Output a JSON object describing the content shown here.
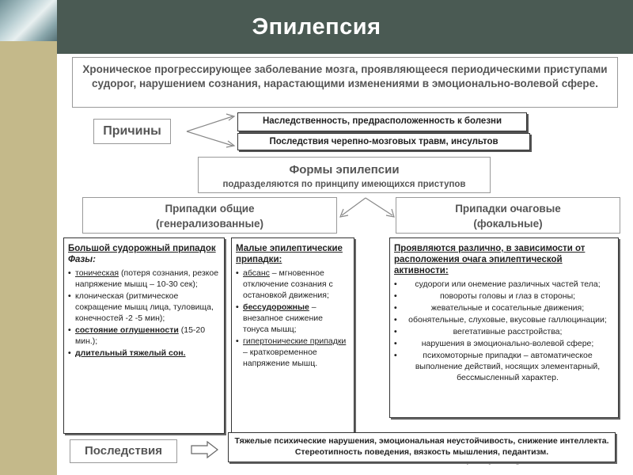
{
  "header": {
    "title": "Эпилепсия"
  },
  "definition": "Хроническое прогрессирующее заболевание мозга, проявляющееся периодическими приступами судорог, нарушением сознания, нарастающими изменениями в эмоционально-волевой сфере.",
  "causes": {
    "label": "Причины",
    "items": [
      "Наследственность, предрасположенность к болезни",
      "Последствия черепно-мозговых травм, инсультов"
    ]
  },
  "forms": {
    "title": "Формы эпилепсии",
    "subtitle": "подразделяются по принципу имеющихся приступов",
    "general": {
      "line1": "Припадки общие",
      "line2": "(генерализованные)"
    },
    "focal": {
      "line1": "Припадки очаговые",
      "line2": "(фокальные)"
    }
  },
  "col_major": {
    "head": "Большой судорожный припадок",
    "phases": "Фазы:",
    "items": [
      {
        "term": "тоническая",
        "text": " (потеря сознания, резкое напряжение мышц – 10-30 сек);"
      },
      {
        "term": "",
        "text": "клоническая (ритмическое сокращение мышц лица, туловища, конечностей -2 -5 мин);"
      },
      {
        "term": "состояние оглушенности",
        "text": " (15-20 мин.);"
      },
      {
        "term": "длительный тяжелый сон.",
        "text": ""
      }
    ]
  },
  "col_minor": {
    "head": "Малые эпилептические припадки:",
    "items": [
      {
        "term": "абсанс",
        "text": " – мгновенное отключение сознания с остановкой движения;"
      },
      {
        "term": "бессудорожные",
        "text": " – внезапное снижение тонуса мышц;"
      },
      {
        "term": "гипертонические припадки",
        "text": " – кратковременное напряжение мышц."
      }
    ]
  },
  "col_focal": {
    "head": "Проявляются различно, в зависимости от расположения очага эпилептической активности:",
    "items": [
      "судороги или онемение различных частей тела;",
      "повороты головы и глаз в стороны;",
      "жевательные и сосательные движения;",
      "обонятельные, слуховые, вкусовые галлюцинации;",
      "вегетативные расстройства;",
      "нарушения в эмоционально-волевой сфере;",
      "психомоторные припадки – автоматическое выполнение действий, носящих элементарный, бессмысленный характер."
    ]
  },
  "consequences": {
    "label": "Последствия",
    "text": "Тяжелые психические нарушения, эмоциональная неустойчивость, снижение интеллекта. Стереотипность поведения, вязкость мышления, педантизм."
  },
  "footer": {
    "logo": "Company Logo"
  },
  "colors": {
    "header_bg": "#4a5a53",
    "sidebar": "#c4b98a"
  }
}
